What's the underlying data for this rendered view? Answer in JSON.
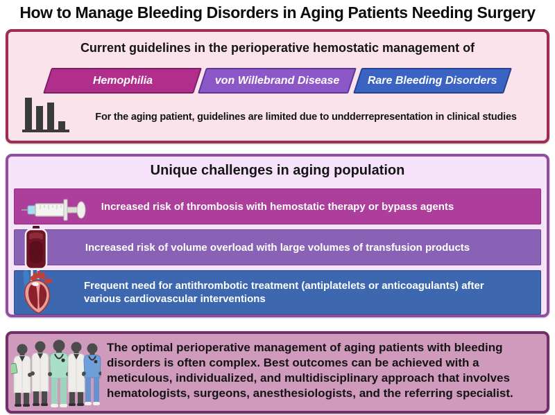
{
  "title": "How to Manage Bleeding Disorders in Aging Patients Needing Surgery",
  "guidelines_panel": {
    "header": "Current guidelines in the perioperative hemostatic management of",
    "banners": [
      {
        "label": "Hemophilia",
        "color": "#b12e8c"
      },
      {
        "label": "von Willebrand Disease",
        "color": "#8c58c7"
      },
      {
        "label": "Rare Bleeding Disorders",
        "color": "#3a63c4"
      }
    ],
    "note_icon": "bar-chart-icon",
    "note": "For the aging patient, guidelines are limited due to undderrepresentation in clinical studies"
  },
  "challenges_panel": {
    "header": "Unique challenges in aging population",
    "rows": [
      {
        "icon": "syringe-icon",
        "color": "#ae3e9c",
        "text": "Increased risk of thrombosis with hemostatic therapy or bypass agents"
      },
      {
        "icon": "blood-bag-icon",
        "color": "#8a62b5",
        "text": "Increased risk of volume overload with large volumes of transfusion products"
      },
      {
        "icon": "heart-icon",
        "color": "#3d68b0",
        "text": "Frequent need for antithrombotic treatment (antiplatelets or anticoagulants) after various cardiovascular interventions"
      }
    ]
  },
  "summary_panel": {
    "icon": "doctors-team-icon",
    "text": "The optimal perioperative management of aging patients with bleeding disorders is often complex. Best outcomes can be achieved with a meticulous, individualized, and multidisciplinary approach that involves hematologists, surgeons, anesthesiologists, and the referring specialist."
  },
  "colors": {
    "panel1_bg": "#fbe3ec",
    "panel1_border": "#9d2d53",
    "panel2_bg": "#f6e3fa",
    "panel2_border": "#8f4fa0",
    "panel3_bg": "#cf9abc",
    "panel3_border": "#6f3168",
    "banner_hemophilia": "#b12e8c",
    "banner_vwd": "#8c58c7",
    "banner_rbd": "#3a63c4",
    "row_thrombosis": "#ae3e9c",
    "row_volume": "#8a62b5",
    "row_antithrombotic": "#3d68b0",
    "banner_text": "#ffffff",
    "row_text": "#ffffff",
    "body_text": "#141414"
  }
}
